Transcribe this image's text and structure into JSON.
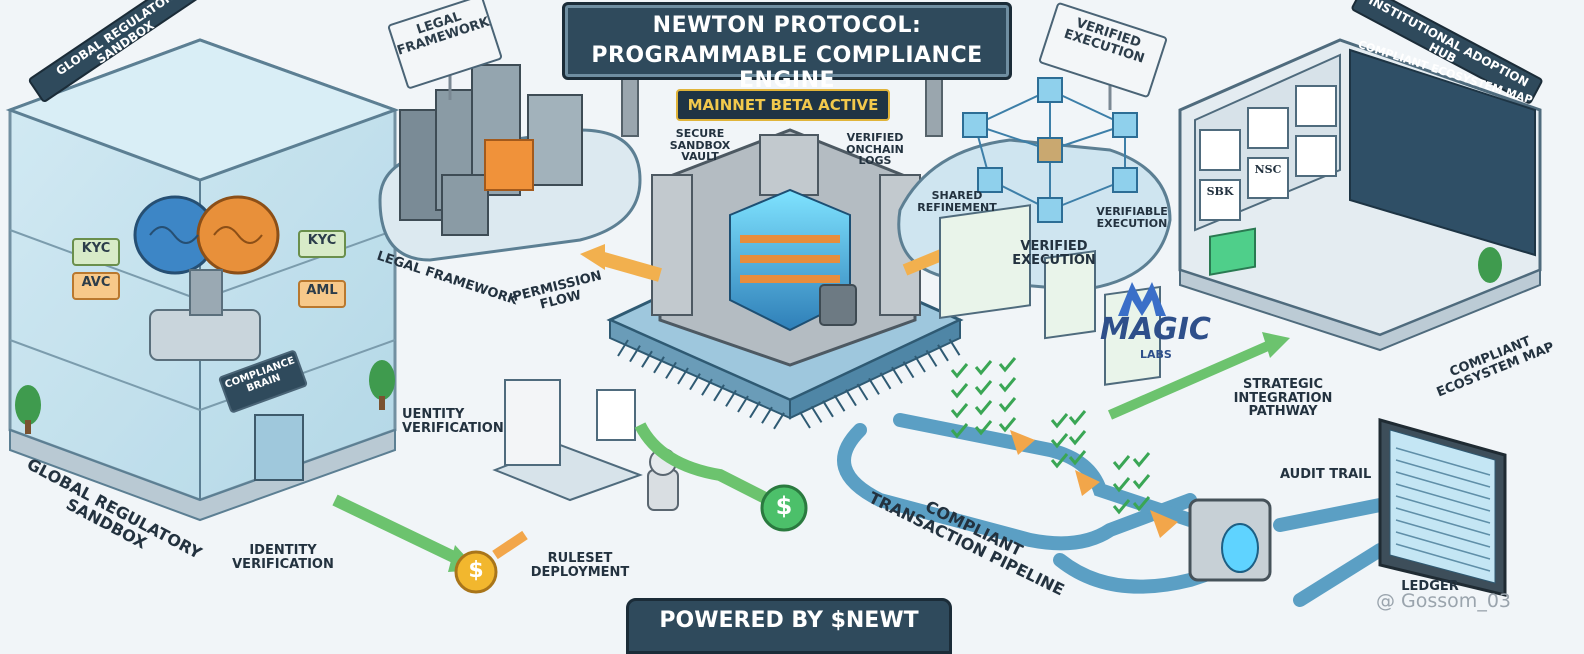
{
  "header": {
    "title_line1": "NEWTON PROTOCOL:",
    "title_line2": "PROGRAMMABLE COMPLIANCE ENGINE",
    "status_badge": "MAINNET BETA ACTIVE"
  },
  "labels": {
    "global_regulatory_sandbox_tag": "GLOBAL REGULATORY SANDBOX",
    "global_regulatory_sandbox": "GLOBAL REGULATORY SANDBOX",
    "kyc_left": "KYC",
    "kyc_right": "KYC",
    "avc": "AVC",
    "aml": "AML",
    "compliance_brain": "COMPLIANCE BRAIN",
    "identity_verification": "IDENTITY VERIFICATION",
    "identity_verification_partial": "UENTITY VERIFICATION",
    "legal_framework_tag": "LEGAL FRAMEWORK",
    "legal_framework": "LEGAL FRAMEWORK",
    "permission_flow": "PERMISSION FLOW",
    "secure_sandbox_vault": "SECURE SANDBOX VAULT",
    "verified_onchain_logs": "VERIFIED ONCHAIN LOGS",
    "ruleset_deployment": "RULESET DEPLOYMENT",
    "verified_execution_tag": "VERIFIED EXECUTION",
    "shared_refinement": "SHARED REFINEMENT",
    "verifiable_execution": "VERIFIABLE EXECUTION",
    "verified_execution": "VERIFIED EXECUTION",
    "compliant_transaction_pipeline": "COMPLIANT TRANSACTION PIPELINE",
    "strategic_integration_pathway": "STRATEGIC INTEGRATION PATHWAY",
    "audit_trail": "AUDIT TRAIL",
    "ledger": "LEDGER",
    "institutional_adoption_hub": "INSTITUTIONAL ADOPTION HUB",
    "compliant_ecosystem_map_screen": "COMPLIANT ECOSYSTEM MAP",
    "compliant_ecosystem_map": "COMPLIANT ECOSYSTEM MAP",
    "sbk": "SBK",
    "nsc": "NSC",
    "magic": "MAGIC",
    "labs": "LABS",
    "dollar": "$"
  },
  "footer": {
    "powered_by": "POWERED BY $NEWT",
    "watermark": "@ Gossom_03"
  },
  "colors": {
    "dark_panel": "#2f4a5c",
    "gold": "#e0b43a",
    "check_green": "#3aa655",
    "pipe_blue": "#5b9fc4",
    "brain_orange": "#e8903a",
    "brain_blue": "#3d86c6"
  }
}
